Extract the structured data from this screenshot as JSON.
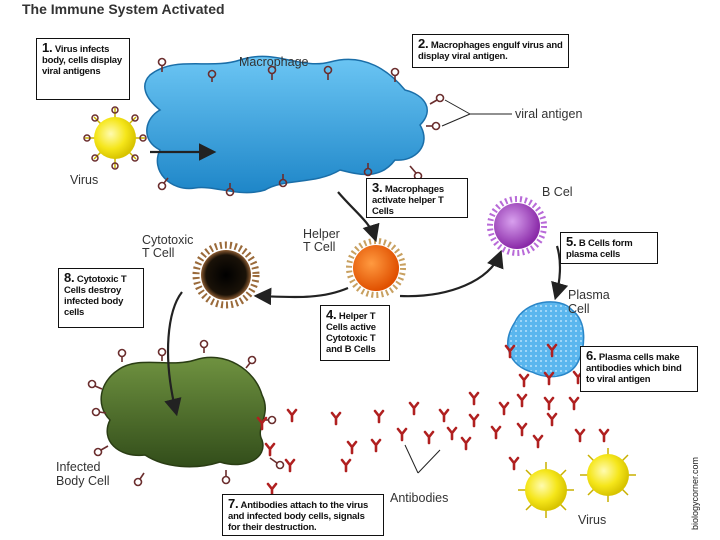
{
  "title": "The Immune System Activated",
  "steps": {
    "s1": {
      "num": "1.",
      "text": "Virus infects body, cells display viral antigens"
    },
    "s2": {
      "num": "2.",
      "text": "Macrophages engulf virus and display viral antigen."
    },
    "s3": {
      "num": "3.",
      "text": "Macrophages activate helper T Cells"
    },
    "s4": {
      "num": "4.",
      "text": "Helper T Cells active Cytotoxic T and B Cells"
    },
    "s5": {
      "num": "5.",
      "text": "B Cells form plasma cells"
    },
    "s6": {
      "num": "6.",
      "text": "Plasma cells make antibodies which bind to viral antigen"
    },
    "s7": {
      "num": "7.",
      "text": "Antibodies attach to the virus and infected body cells, signals for their destruction."
    },
    "s8": {
      "num": "8.",
      "text": "Cytotoxic T Cells destroy infected body cells"
    }
  },
  "labels": {
    "macrophage": "Macrophage",
    "viral_antigen": "viral antigen",
    "virus": "Virus",
    "b_cell": "B Cel",
    "cytotoxic_t": [
      "Cytotoxic",
      "T Cell"
    ],
    "helper_t": [
      "Helper",
      "T Cell"
    ],
    "plasma_cell": [
      "Plasma",
      "Cell"
    ],
    "infected_cell": [
      "Infected",
      "Body Cell"
    ],
    "antibodies": "Antibodies",
    "virus_bottom": "Virus"
  },
  "credit": "biologycorner.com",
  "colors": {
    "macrophage": "#3aa6e0",
    "virus": "#f5e61a",
    "helper_t": "#f26a10",
    "cytotoxic_t": "#111111",
    "b_cell": "#a64bc8",
    "plasma_cell": "#5ab6ee",
    "infected_cell": "#4a6a28",
    "antibody": "#b02020",
    "antigen": "#6a2d2d"
  }
}
